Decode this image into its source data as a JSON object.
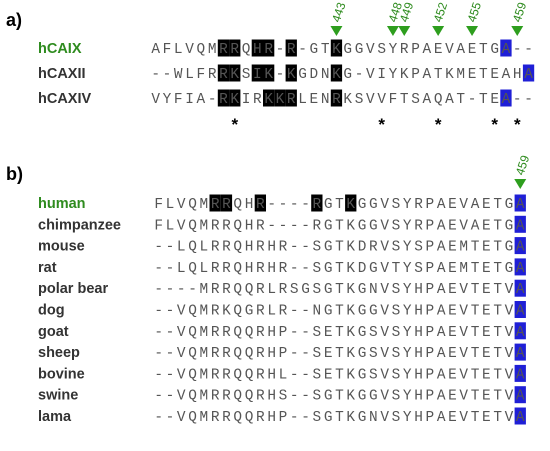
{
  "colors": {
    "highlight_green": "#2e8b1e",
    "name_gray": "#333333",
    "sequence_gray": "#555555",
    "marker_green": "#2e9e1e",
    "black_box": "#000000",
    "blue_box": "#1f1fd6",
    "white_text": "#ffffff"
  },
  "panel_a": {
    "label": "a)",
    "positions": [
      "443",
      "448",
      "449",
      "452",
      "455",
      "459"
    ],
    "rows": [
      {
        "name": "hCAIX",
        "highlight": true,
        "sequence": "AFLVQMRRQHR-R-GTKGGVSYRPAEVAETGA--",
        "black": [
          6,
          7,
          9,
          10,
          12,
          16
        ],
        "blue": [
          31
        ]
      },
      {
        "name": "hCAXII",
        "highlight": false,
        "sequence": "--WLFRRKSIK-KGDNKG-VIYKPATKMETEAHA",
        "black": [
          6,
          7,
          9,
          10,
          12,
          16
        ],
        "blue": [
          33
        ]
      },
      {
        "name": "hCAXIV",
        "highlight": false,
        "sequence": "VYFIA-RKIRKKRLENRKSVVFTSAQAT-TEA--",
        "black": [
          6,
          7,
          10,
          11,
          12,
          16
        ],
        "blue": [
          31
        ]
      }
    ],
    "stars": [
      "*",
      "*",
      "*",
      "*",
      "*"
    ]
  },
  "panel_b": {
    "label": "b)",
    "position": "459",
    "rows": [
      {
        "name": "human",
        "highlight": true,
        "sequence": "FLVQMRRQHR----RGTKGGVSYRPAEVAETGA",
        "black": [
          5,
          6,
          9,
          14,
          17
        ],
        "blue": [
          32
        ]
      },
      {
        "name": "chimpanzee",
        "highlight": false,
        "sequence": "FLVQMRRQHR----RGTKGGVSYRPAEVAETGA",
        "black": [],
        "blue": [
          32
        ]
      },
      {
        "name": "mouse",
        "highlight": false,
        "sequence": "--LQLRRQHRHR--SGTKDRVSYSPAEMTETGA",
        "black": [],
        "blue": [
          32
        ]
      },
      {
        "name": "rat",
        "highlight": false,
        "sequence": "--LQLRRQHRHR--SGTKDGVTYSPAEMTETGA",
        "black": [],
        "blue": [
          32
        ]
      },
      {
        "name": "polar bear",
        "highlight": false,
        "sequence": "----MRRQQRLRSGSGTKGNVSYHPAEVTETVA",
        "black": [],
        "blue": [
          32
        ]
      },
      {
        "name": "dog",
        "highlight": false,
        "sequence": "--VQMRKQGRLR--NGTKGGVSYHPAEVTETVA",
        "black": [],
        "blue": [
          32
        ]
      },
      {
        "name": "goat",
        "highlight": false,
        "sequence": "--VQMRRQQRHP--SETKGSVSYHPAEVTETVA",
        "black": [],
        "blue": [
          32
        ]
      },
      {
        "name": "sheep",
        "highlight": false,
        "sequence": "--VQMRRQQRHP--SETKGSVSYHPAEVTETVA",
        "black": [],
        "blue": [
          32
        ]
      },
      {
        "name": "bovine",
        "highlight": false,
        "sequence": "--VQMRRQQRHL--SETKGSVSYHPAEVTETVA",
        "black": [],
        "blue": [
          32
        ]
      },
      {
        "name": "swine",
        "highlight": false,
        "sequence": "--VQMRRQQRHS--SGTKGGVSYHPAEVTETVA",
        "black": [],
        "blue": [
          32
        ]
      },
      {
        "name": "lama",
        "highlight": false,
        "sequence": "--VQMRRQQRHP--SGTKGNVSYHPAEVTETVA",
        "black": [],
        "blue": [
          32
        ]
      }
    ]
  }
}
